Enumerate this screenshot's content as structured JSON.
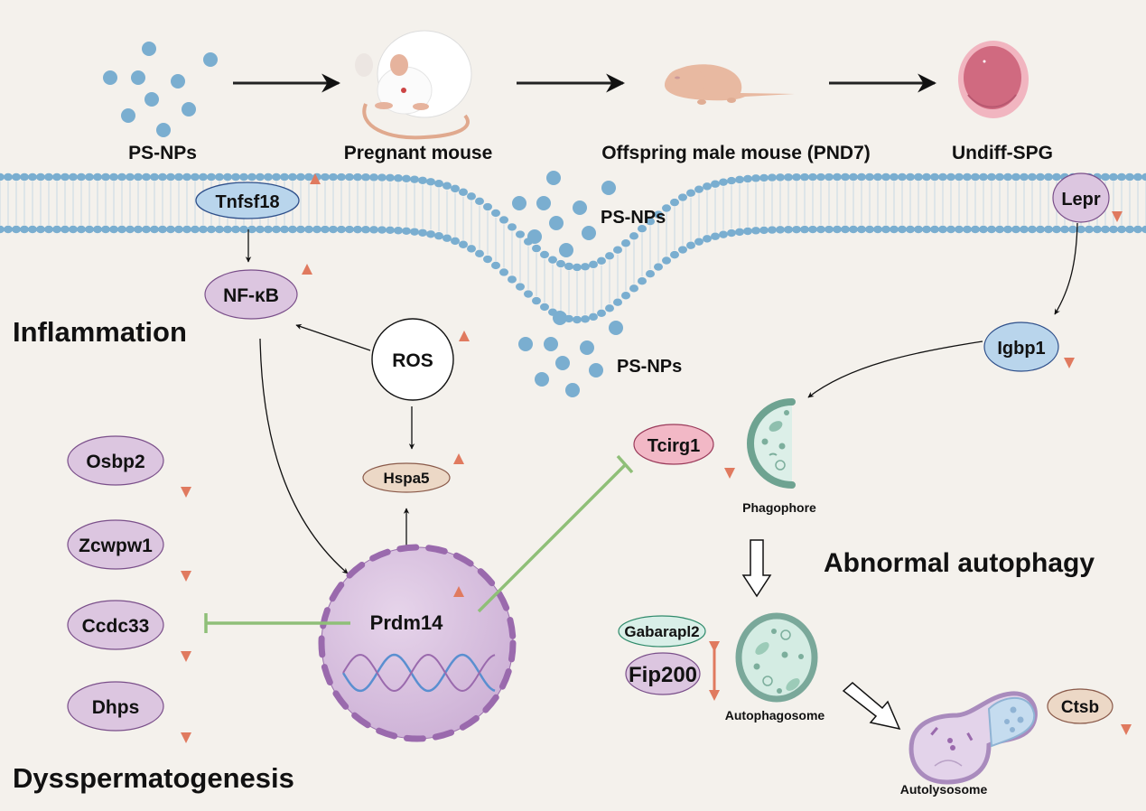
{
  "colors": {
    "background": "#f4f1ec",
    "membrane": "#7aaed0",
    "up_arrow": "#e07a5f",
    "down_arrow": "#e07a5f",
    "inhibit": "#8fbf78",
    "node_blue": "#b9d5ec",
    "node_purple": "#dcc6e0",
    "node_tan": "#ecd8c6",
    "node_pink": "#f2b8c6",
    "node_mint": "#d9efe8"
  },
  "top_flow": {
    "steps": [
      {
        "label": "PS-NPs",
        "icon": "nanoparticles-icon"
      },
      {
        "label": "Pregnant mouse",
        "icon": "pregnant-mouse-icon"
      },
      {
        "label": "Offspring male mouse (PND7)",
        "icon": "pup-mouse-icon"
      },
      {
        "label": "Undiff-SPG",
        "icon": "spermatogonia-cell-icon"
      }
    ]
  },
  "membrane": {
    "particles_above_label": "PS-NPs",
    "particles_below_label": "PS-NPs"
  },
  "sections": {
    "inflammation": "Inflammation",
    "dysspermatogenesis": "Dysspermatogenesis",
    "abnormal_autophagy": "Abnormal autophagy"
  },
  "nodes": {
    "tnfsf18": {
      "label": "Tnfsf18",
      "regulation": "up"
    },
    "nfkb": {
      "label": "NF-κB",
      "regulation": "up"
    },
    "ros": {
      "label": "ROS",
      "regulation": "up"
    },
    "hspa5": {
      "label": "Hspa5",
      "regulation": "up"
    },
    "prdm14": {
      "label": "Prdm14",
      "regulation": "up"
    },
    "lepr": {
      "label": "Lepr",
      "regulation": "down"
    },
    "igbp1": {
      "label": "Igbp1",
      "regulation": "down"
    },
    "tcirg1": {
      "label": "Tcirg1",
      "regulation": "down"
    },
    "gabarapl2": {
      "label": "Gabarapl2",
      "regulation": "down"
    },
    "fip200": {
      "label": "Fip200",
      "regulation": "down"
    },
    "ctsb": {
      "label": "Ctsb",
      "regulation": "down"
    }
  },
  "spermatogenesis_genes": [
    {
      "label": "Osbp2",
      "regulation": "down"
    },
    {
      "label": "Zcwpw1",
      "regulation": "down"
    },
    {
      "label": "Ccdc33",
      "regulation": "down"
    },
    {
      "label": "Dhps",
      "regulation": "down"
    }
  ],
  "autophagy_stages": {
    "phagophore": "Phagophore",
    "autophagosome": "Autophagosome",
    "autolysosome": "Autolysosome"
  }
}
